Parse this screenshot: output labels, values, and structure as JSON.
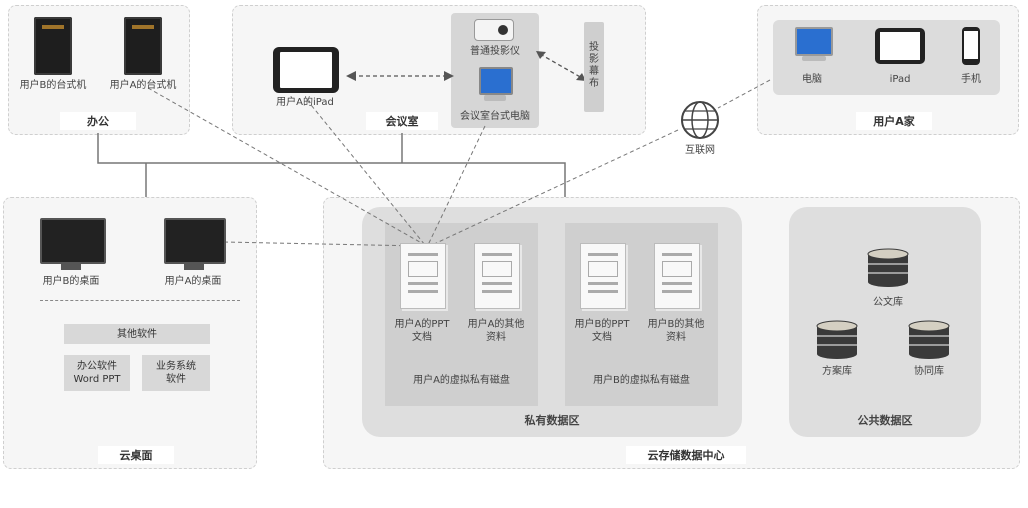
{
  "office": {
    "title": "办公",
    "desktop_b": "用户B的台式机",
    "desktop_a": "用户A的台式机"
  },
  "meeting": {
    "title": "会议室",
    "ipad": "用户A的iPad",
    "projector": "普通投影仪",
    "meeting_pc": "会议室台式电脑",
    "screen": "投影幕布"
  },
  "home": {
    "title": "用户A家",
    "pc": "电脑",
    "ipad": "iPad",
    "phone": "手机"
  },
  "internet": "互联网",
  "cloud_desktop": {
    "title": "云桌面",
    "desktop_b": "用户B的桌面",
    "desktop_a": "用户A的桌面",
    "other_software": "其他软件",
    "office_sw": "办公软件\nWord PPT",
    "business_sw": "业务系统\n软件"
  },
  "datacenter": {
    "title": "云存储数据中心",
    "private_zone": "私有数据区",
    "disk_a": "用户A的虚拟私有磁盘",
    "disk_b": "用户B的虚拟私有磁盘",
    "a_ppt": "用户A的PPT\n文档",
    "a_other": "用户A的其他\n资料",
    "b_ppt": "用户B的PPT\n文档",
    "b_other": "用户B的其他\n资料",
    "public_zone": "公共数据区",
    "public_lib": "公文库",
    "plan_lib": "方案库",
    "collab_lib": "协同库"
  }
}
